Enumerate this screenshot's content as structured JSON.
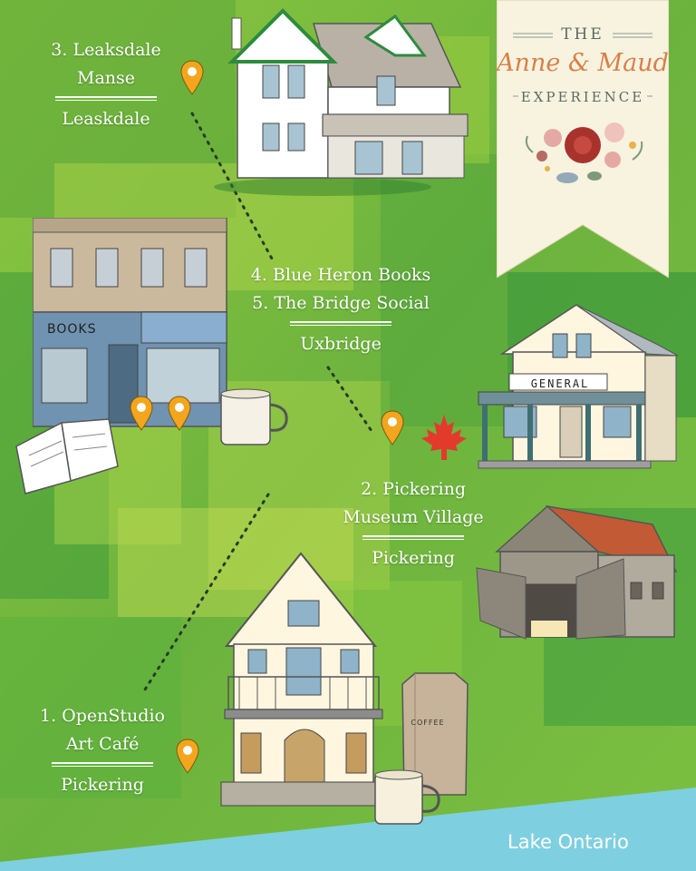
{
  "banner": {
    "line1": "THE",
    "title": "Anne & Maud",
    "line2": "EXPERIENCE"
  },
  "stops": [
    {
      "name": "3. Leaksdale\nManse",
      "town": "Leaskdale"
    },
    {
      "name": "4. Blue Heron Books\n5. The Bridge Social",
      "town": "Uxbridge"
    },
    {
      "name": "2. Pickering\nMuseum Village",
      "town": "Pickering"
    },
    {
      "name": "1. OpenStudio\nArt Café",
      "town": "Pickering"
    }
  ],
  "signs": {
    "books": "BOOKS",
    "general": "GENERAL",
    "coffee": "COFFEE"
  },
  "lake": {
    "label": "Lake Ontario"
  },
  "colors": {
    "grass_light": "#9fcf3f",
    "grass_dark": "#3f9a3a",
    "pin": "#f3a61d",
    "lake": "#7ed0e0",
    "banner_bg": "#f7f3df",
    "banner_accent": "#d7814b",
    "maple_leaf": "#e23b2c"
  },
  "icons": [
    "map-pin-icon",
    "maple-leaf-icon",
    "flower-bouquet-icon",
    "open-book-icon",
    "coffee-mug-icon"
  ]
}
